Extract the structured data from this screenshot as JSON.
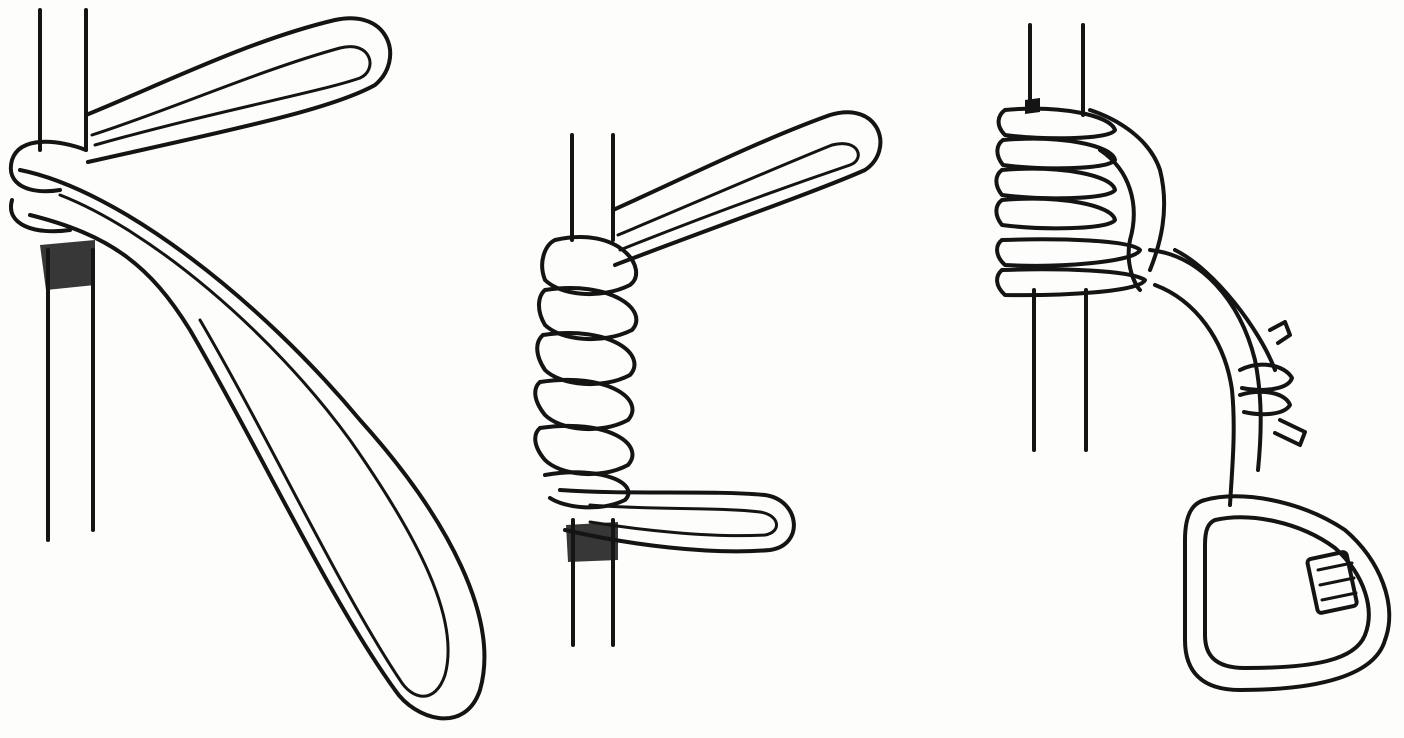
{
  "figure": {
    "panels": [
      {
        "id": "step-1",
        "subject": "loop-passed-behind-rope"
      },
      {
        "id": "step-2",
        "subject": "coils-wrapped-around-rope"
      },
      {
        "id": "step-3",
        "subject": "finished-knot-with-carabiner"
      }
    ]
  },
  "colors": {
    "ink": "#141414",
    "paper": "#fdfdfc",
    "rope_fill": "#ffffff"
  }
}
